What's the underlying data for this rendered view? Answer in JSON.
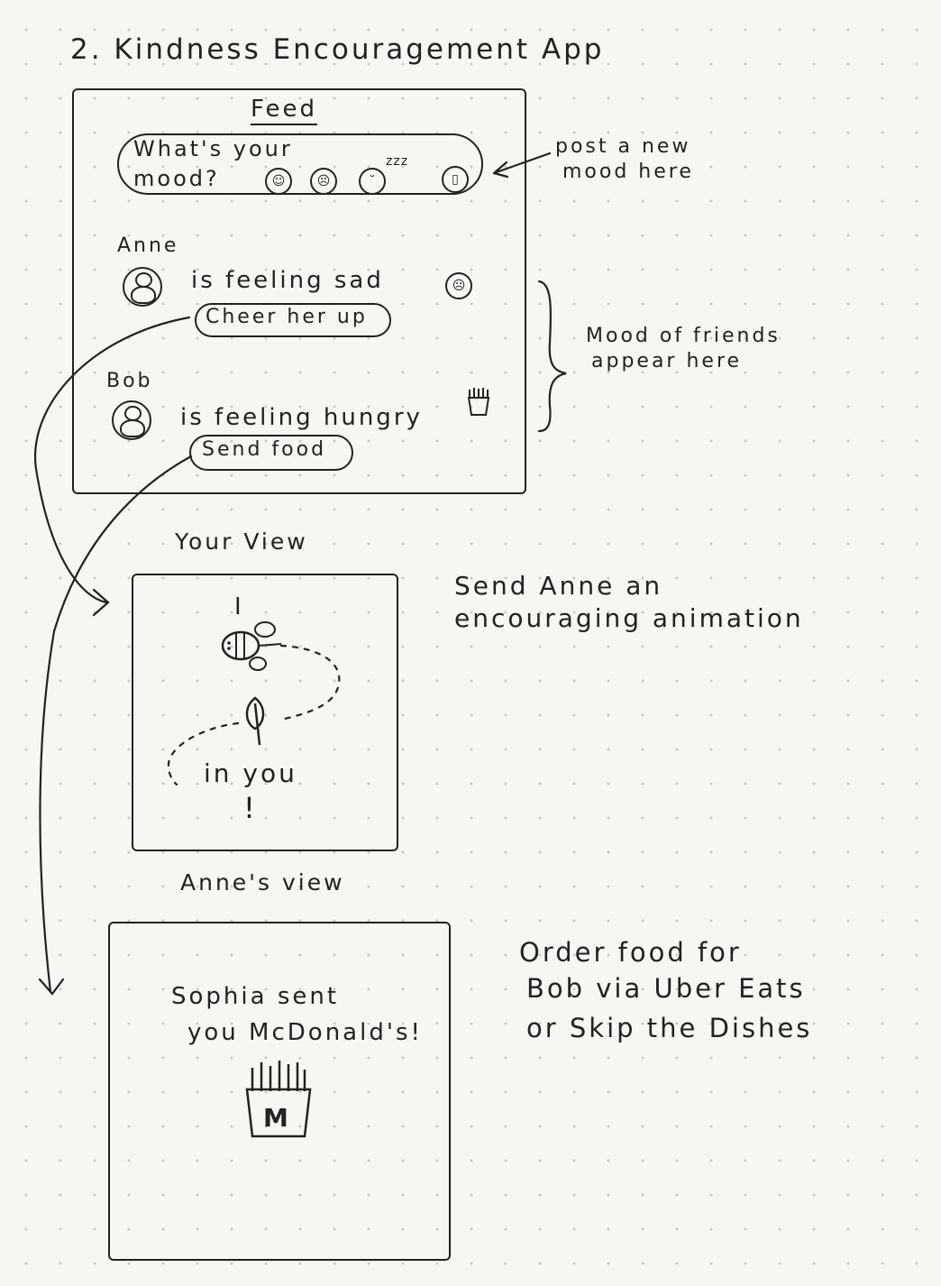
{
  "page_title": "2. Kindness Encouragement App",
  "feed": {
    "title": "Feed",
    "mood_prompt_line1": "What's your",
    "mood_prompt_line2": "mood?",
    "zzz": "zzz",
    "icons": [
      "smile-icon",
      "sad-icon",
      "sleepy-icon",
      "hungry-icon"
    ],
    "posts": [
      {
        "name": "Anne",
        "status": "is feeling sad",
        "action": "Cheer her up",
        "mood_icon": "sad-icon"
      },
      {
        "name": "Bob",
        "status": "is feeling hungry",
        "action": "Send food",
        "mood_icon": "fries-icon"
      }
    ]
  },
  "annotations": {
    "post_mood_line1": "post a new",
    "post_mood_line2": "mood here",
    "friends_line1": "Mood of friends",
    "friends_line2": "appear here",
    "animation_line1": "Send Anne an",
    "animation_line2": "encouraging animation",
    "order_line1": "Order food for",
    "order_line2": "Bob via Uber Eats",
    "order_line3": "or Skip the Dishes"
  },
  "your_view_label": "Your View",
  "anne_view": {
    "label": "Anne's view",
    "top_text": "I",
    "bottom_text": "in you",
    "exclaim": "!"
  },
  "bob_view": {
    "line1": "Sophia sent",
    "line2": "you McDonald's!",
    "logo_letter": "M"
  }
}
